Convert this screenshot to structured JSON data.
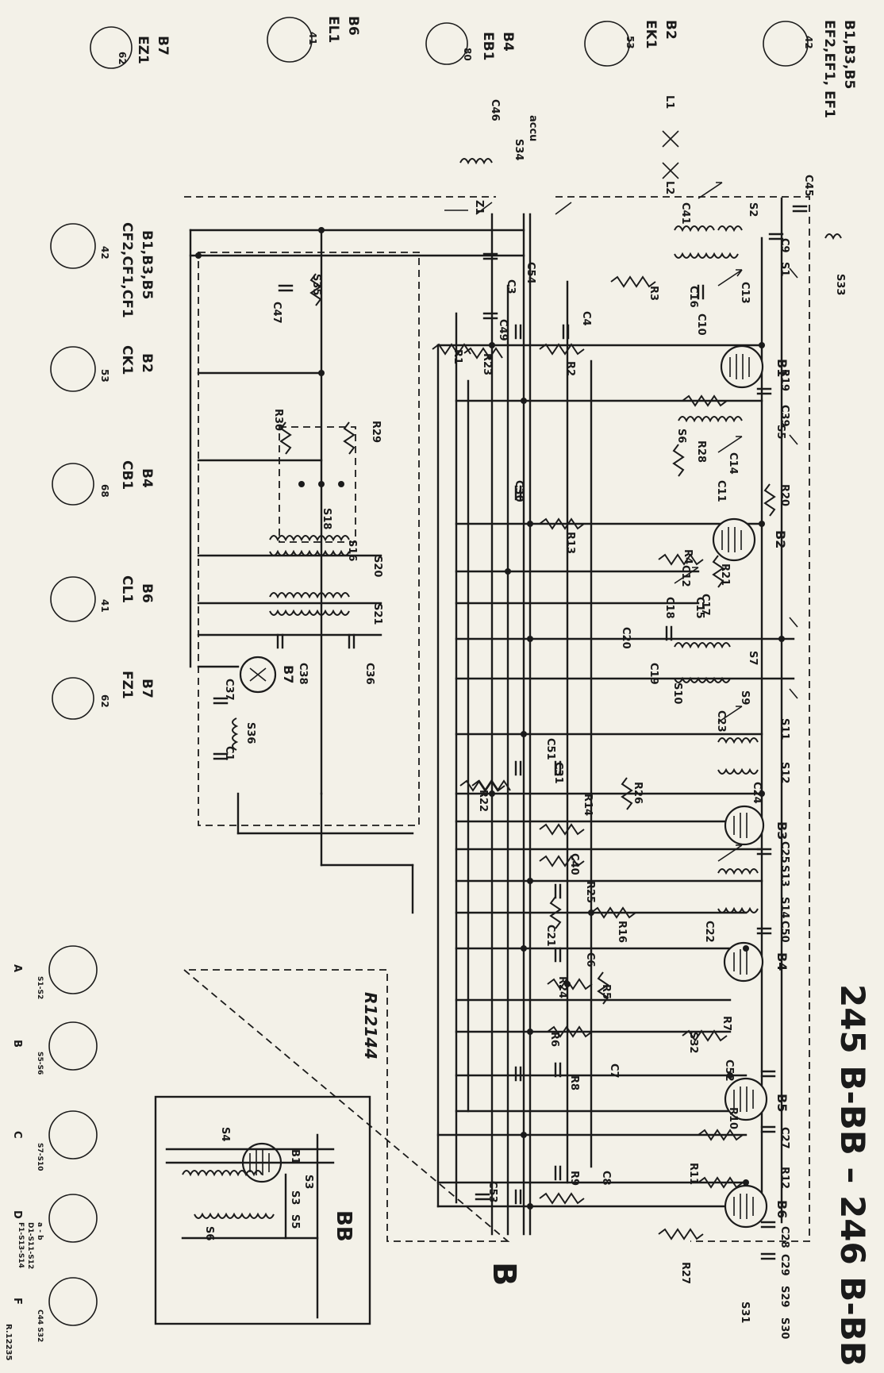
{
  "header": {
    "model_title": "245 B-BB – 246 B-BB",
    "variant_letter": "B",
    "drawing_ref": "R12144",
    "page_ref": "R.12235"
  },
  "tube_pinouts_top": [
    {
      "ref": "B1,B3,B5",
      "type": "EF2,EF1, EF1",
      "base": "42"
    },
    {
      "ref": "B2",
      "type": "EK1",
      "base": "53"
    },
    {
      "ref": "B4",
      "type": "EB1",
      "base": "80"
    },
    {
      "ref": "B6",
      "type": "EL1",
      "base": "41"
    },
    {
      "ref": "B7",
      "type": "EZ1",
      "base": "62"
    }
  ],
  "tube_pinouts_c_series": [
    {
      "ref": "B1,B3,B5",
      "type": "CF2,CF1,CF1",
      "base": "42"
    },
    {
      "ref": "B2",
      "type": "CK1",
      "base": "53"
    },
    {
      "ref": "B4",
      "type": "CB1",
      "base": "68"
    },
    {
      "ref": "B6",
      "type": "CL1",
      "base": "41"
    },
    {
      "ref": "B7",
      "type": "FZ1",
      "base": "62"
    }
  ],
  "switch_pinouts": [
    {
      "letter": "A",
      "caption": "S1-S2"
    },
    {
      "letter": "B",
      "caption": "S5-S6"
    },
    {
      "letter": "C",
      "caption": "S7-S10"
    },
    {
      "letter": "D",
      "caption": "a - b\nD1-S11-S12\nF1-S13-S14"
    },
    {
      "letter": "F",
      "caption": "C44 S32"
    }
  ],
  "tube_labels": [
    "B1",
    "B2",
    "B3",
    "B4",
    "B5",
    "B6",
    "B7"
  ],
  "component_labels": [
    "C1",
    "C3",
    "C4",
    "C6",
    "C7",
    "C8",
    "C9",
    "C10",
    "C11",
    "C12",
    "C13",
    "C14",
    "C15",
    "C16",
    "C17",
    "C18",
    "C19",
    "C20",
    "C21",
    "C22",
    "C23",
    "C24",
    "C25",
    "C27",
    "C28",
    "C29",
    "C30",
    "C31",
    "C36",
    "C37",
    "C38",
    "C39",
    "C40",
    "C41",
    "C45",
    "C46",
    "C47",
    "C49",
    "C50",
    "C51",
    "C52",
    "C53",
    "C54",
    "R1",
    "R2",
    "R3",
    "R4",
    "R5",
    "R6",
    "R7",
    "R8",
    "R9",
    "R10",
    "R11",
    "R12",
    "R13",
    "R14",
    "R16",
    "R19",
    "R20",
    "R21",
    "R22",
    "R23",
    "R24",
    "R25",
    "R26",
    "R27",
    "R28",
    "R29",
    "R30",
    "S1",
    "S2",
    "S3",
    "S5",
    "S6",
    "S7",
    "S9",
    "S10",
    "S11",
    "S12",
    "S13",
    "S14",
    "S16",
    "S18",
    "S20",
    "S21",
    "S29",
    "S30",
    "S31",
    "S32",
    "S33",
    "S34",
    "S35",
    "S36",
    "L1",
    "L2",
    "Z1",
    "accu"
  ],
  "bb_inset": {
    "title": "BB",
    "labels": [
      "B1",
      "S3",
      "S5",
      "S4",
      "S6"
    ]
  }
}
